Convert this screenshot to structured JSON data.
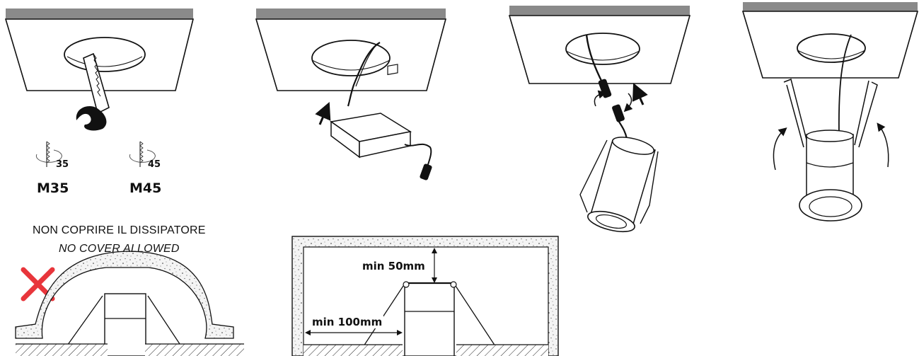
{
  "step1": {
    "cutter_sizes": [
      "35",
      "45"
    ],
    "models": [
      "M35",
      "M45"
    ]
  },
  "warning": {
    "italian": "NON COPRIRE IL DISSIPATORE",
    "english": "NO COVER ALLOWED"
  },
  "clearance": {
    "top": "min 50mm",
    "side": "min 100mm"
  },
  "colors": {
    "line": "#111111",
    "ceiling_edge": "#8a8a8a",
    "cross": "#e8353b",
    "insulation": "#f2f2f2"
  },
  "icons": [
    "hole-saw-icon",
    "rotation-arrow-icon",
    "up-arrow-icon",
    "cross-icon"
  ]
}
